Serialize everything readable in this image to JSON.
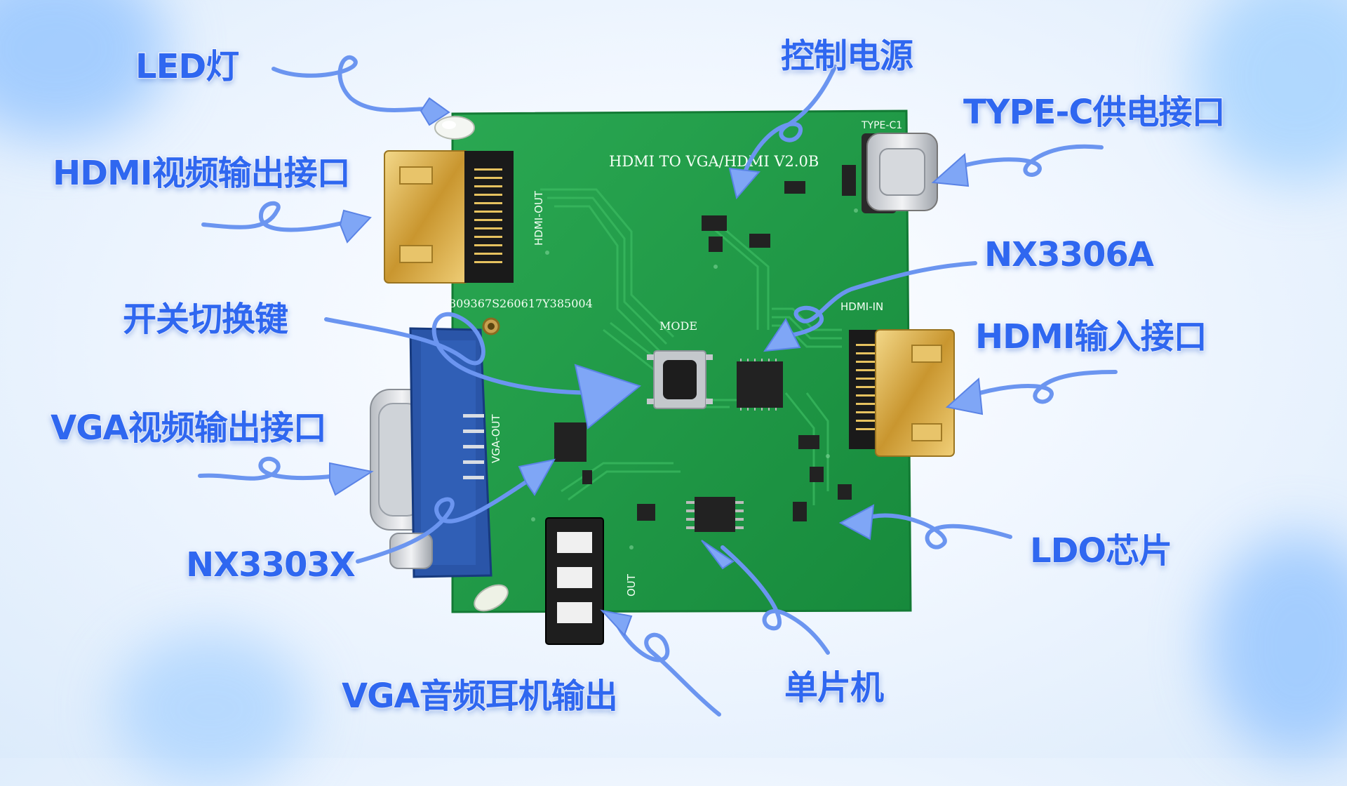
{
  "callouts": {
    "led": "LED灯",
    "hdmi_out": "HDMI视频输出接口",
    "switch_key": "开关切换键",
    "vga_out": "VGA视频输出接口",
    "nx3303x": "NX3303X",
    "vga_audio": "VGA音频耳机输出",
    "power_ctrl": "控制电源",
    "typec": "TYPE-C供电接口",
    "nx3306a": "NX3306A",
    "hdmi_in": "HDMI输入接口",
    "ldo": "LDO芯片",
    "mcu": "单片机"
  },
  "board": {
    "title": "HDMI TO VGA/HDMI V2.0B",
    "serial": "309367S260617Y385004",
    "mode_label": "MODE",
    "hdmi_out_silk": "HDMI-OUT",
    "hdmi_in_silk": "HDMI-IN",
    "vga_out_silk": "VGA-OUT",
    "typec_silk": "TYPE-C1",
    "audio_out_silk": "OUT"
  },
  "colors": {
    "pcb": "#1f9a45",
    "callout_text": "#2f67f0",
    "arrow": "#6b95f0",
    "gold": "#d8b25a",
    "vga_blue": "#2a55a8"
  }
}
